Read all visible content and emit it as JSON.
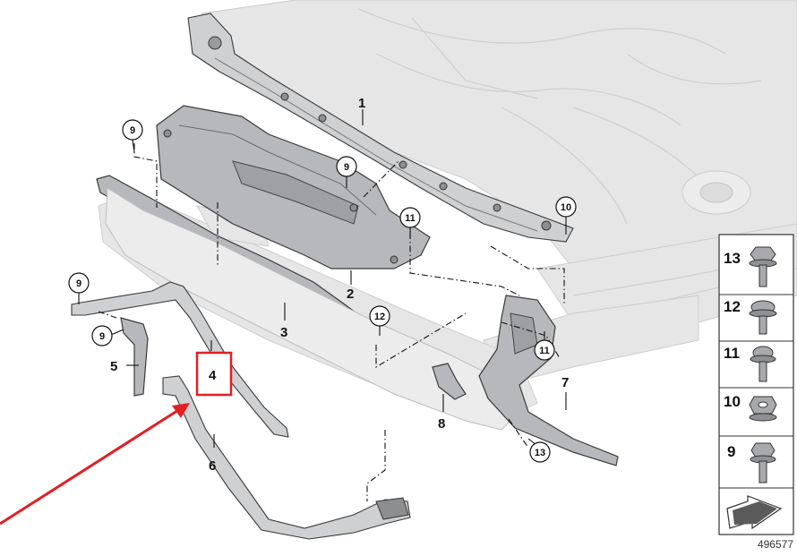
{
  "callouts": {
    "p1": "1",
    "p2": "2",
    "p3": "3",
    "p4": "4",
    "p5": "5",
    "p6": "6",
    "p7": "7",
    "p8": "8",
    "c9a": "9",
    "c9b": "9",
    "c9c": "9",
    "c9d": "9",
    "c10": "10",
    "c11a": "11",
    "c11b": "11",
    "c12": "12",
    "c13": "13"
  },
  "legend": [
    {
      "num": "13",
      "icon": "hex-flange-bolt-icon"
    },
    {
      "num": "12",
      "icon": "screw-with-washer-icon"
    },
    {
      "num": "11",
      "icon": "torx-flange-screw-icon"
    },
    {
      "num": "10",
      "icon": "nut-icon"
    },
    {
      "num": "9",
      "icon": "hex-bolt-icon"
    }
  ],
  "diagram_number": "496577",
  "highlight_color": "#e31e24"
}
